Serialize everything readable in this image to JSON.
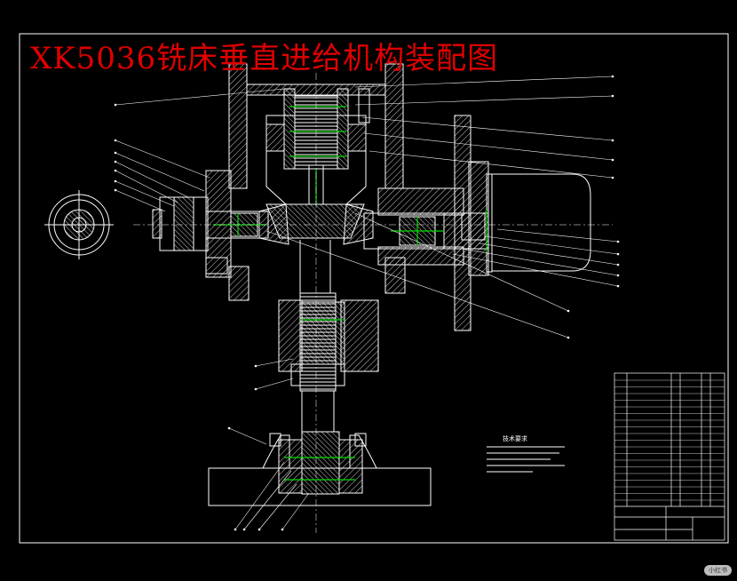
{
  "drawing": {
    "title": "XK5036铣床垂直进给机构装配图",
    "tech_requirements_heading": "技术要求",
    "watermark": "小红书"
  },
  "colors": {
    "background": "#000000",
    "line": "#ffffff",
    "title": "#e00000",
    "centerline": "#00dd00"
  }
}
